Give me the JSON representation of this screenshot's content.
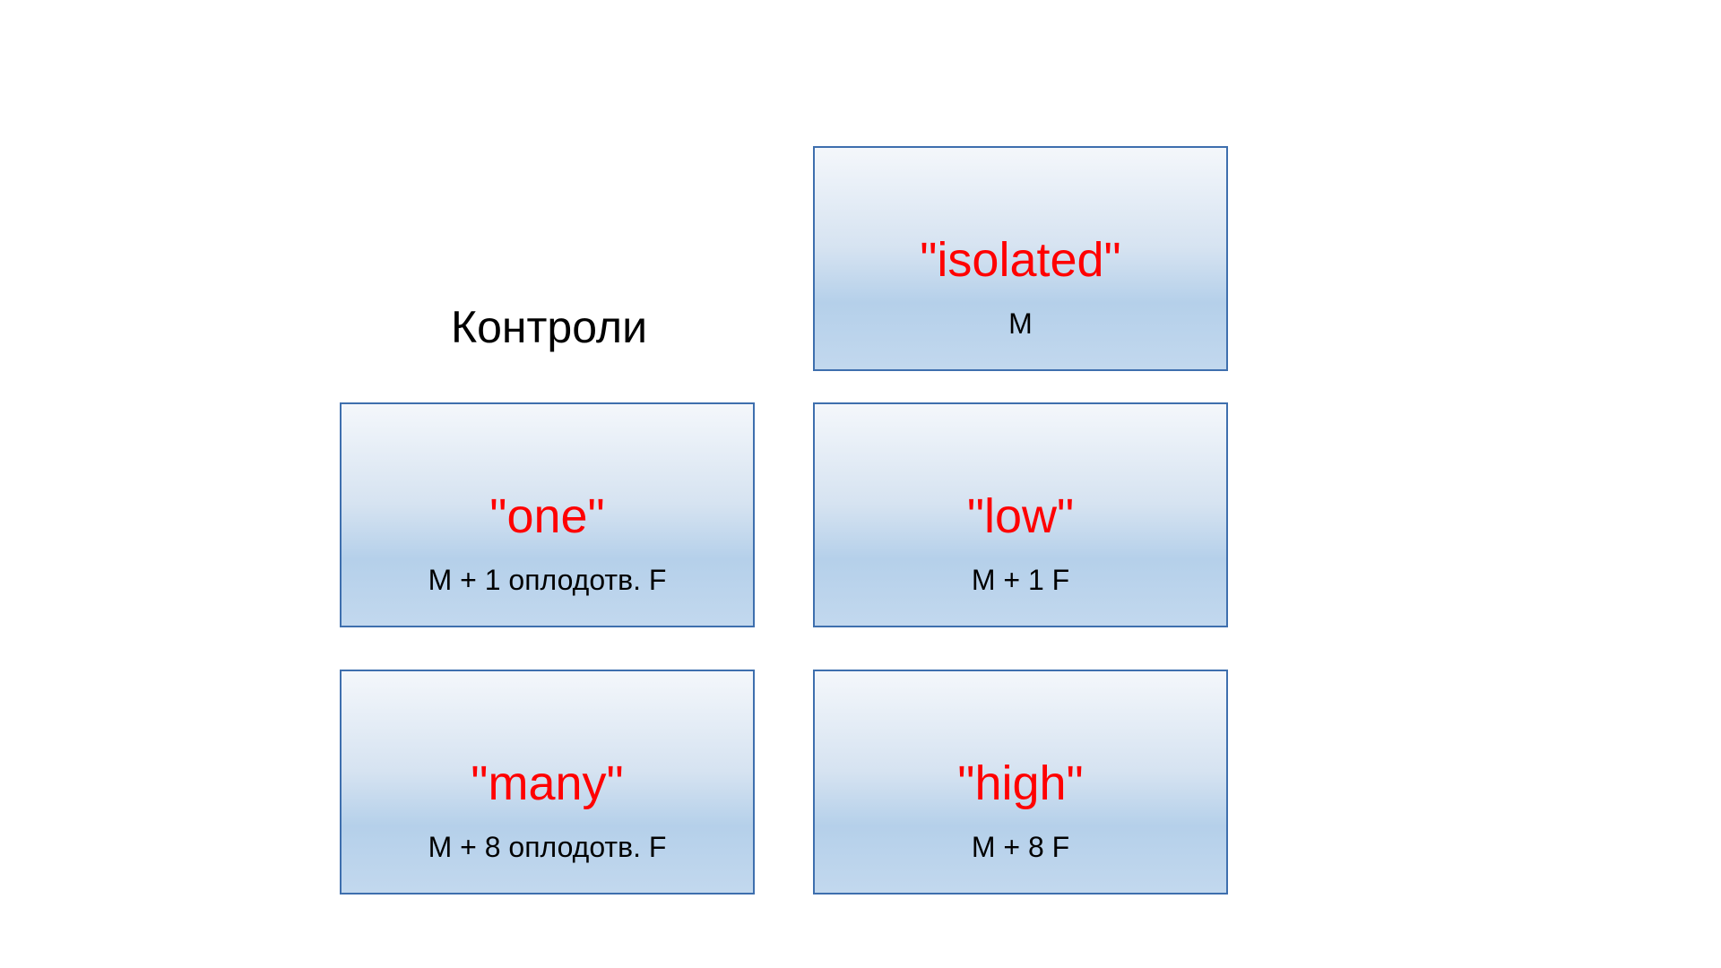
{
  "heading": "Контроли",
  "boxes": {
    "isolated": {
      "label": "\"isolated\"",
      "sub": "M"
    },
    "one": {
      "label": "\"one\"",
      "sub": "M + 1 оплодотв. F"
    },
    "low": {
      "label": "\"low\"",
      "sub": "M + 1 F"
    },
    "many": {
      "label": "\"many\"",
      "sub": "M + 8 оплодотв. F"
    },
    "high": {
      "label": "\"high\"",
      "sub": "M + 8 F"
    }
  },
  "colors": {
    "label_text": "#ff0000",
    "box_border": "#3e6fae",
    "box_fill_top": "#f4f7fb",
    "box_fill_bottom": "#b5d0ea"
  }
}
